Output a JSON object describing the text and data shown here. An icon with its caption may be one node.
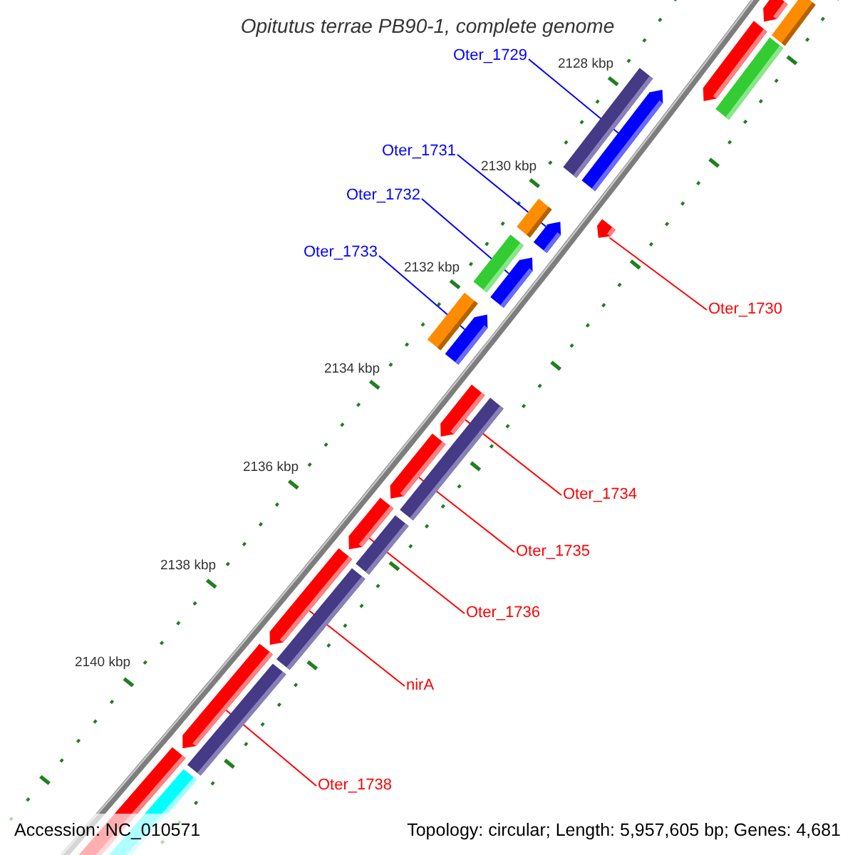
{
  "diagram": {
    "title": "Opitutus terrae PB90-1, complete genome",
    "nodes": [
      {
        "text": [
          "Oter_1729"
        ]
      },
      {
        "text": [],
        "shape": "bar"
      },
      {
        "text": [
          "Oter_1731"
        ]
      },
      {
        "text": [],
        "shape": "bar"
      },
      {
        "text": [
          "Oter_1732"
        ]
      },
      {
        "text": [],
        "shape": "bar"
      },
      {
        "text": [
          "Oter_1733"
        ]
      },
      {
        "text": [],
        "shape": "bar"
      },
      {
        "text": [
          "Oter_1730"
        ]
      },
      {
        "text": [],
        "shape": "bar"
      },
      {
        "text": [
          "Oter_1734"
        ]
      },
      {
        "text": [],
        "shape": "bar"
      },
      {
        "text": [
          "Oter_1735"
        ]
      },
      {
        "text": [],
        "shape": "bar"
      },
      {
        "text": [
          "Oter_1736"
        ]
      },
      {
        "text": [],
        "shape": "bar"
      },
      {
        "text": [
          "nirA"
        ]
      },
      {
        "text": [],
        "shape": "bar"
      },
      {
        "text": [
          "Oter_1738"
        ]
      },
      {
        "text": [],
        "shape": "bar"
      },
      {
        "text": [],
        "shape": "bar"
      },
      {
        "text": [],
        "shape": "bar"
      },
      {
        "text": [],
        "shape": "bar"
      },
      {
        "text": [],
        "shape": "bar"
      },
      {
        "text": [],
        "shape": "bar"
      },
      {
        "text": [],
        "shape": "bar"
      },
      {
        "text": [],
        "shape": "bar"
      },
      {
        "text": [],
        "shape": "bar"
      },
      {
        "text": [],
        "shape": "bar"
      },
      {
        "text": [],
        "shape": "bar"
      },
      {
        "text": [],
        "shape": "bar"
      },
      {
        "text": [],
        "shape": "bar"
      },
      {
        "text": [],
        "shape": "bar"
      },
      {
        "text": [],
        "shape": "bar"
      }
    ],
    "edges": [
      {
        "from": 0,
        "to": 1,
        "arrow": "none",
        "color": "#0000ff"
      },
      {
        "from": 2,
        "to": 3,
        "arrow": "none",
        "color": "#0000ff"
      },
      {
        "from": 4,
        "to": 5,
        "arrow": "none",
        "color": "#0000ff"
      },
      {
        "from": 6,
        "to": 7,
        "arrow": "none",
        "color": "#0000ff"
      },
      {
        "from": 8,
        "to": 9,
        "arrow": "none"
      },
      {
        "from": 10,
        "to": 11,
        "arrow": "none"
      },
      {
        "from": 12,
        "to": 13,
        "arrow": "none"
      },
      {
        "from": 14,
        "to": 15,
        "arrow": "none"
      },
      {
        "from": 16,
        "to": 17,
        "arrow": "none"
      },
      {
        "from": 18,
        "to": 19,
        "arrow": "none"
      }
    ],
    "labels": [
      "2128 kbp",
      "2130 kbp",
      "2132 kbp",
      "2134 kbp",
      "2136 kbp",
      "2138 kbp",
      "2140 kbp",
      "Accession: NC_010571",
      "Topology: circular; Length: 5,957,605 bp; Genes: 4,681"
    ]
  }
}
